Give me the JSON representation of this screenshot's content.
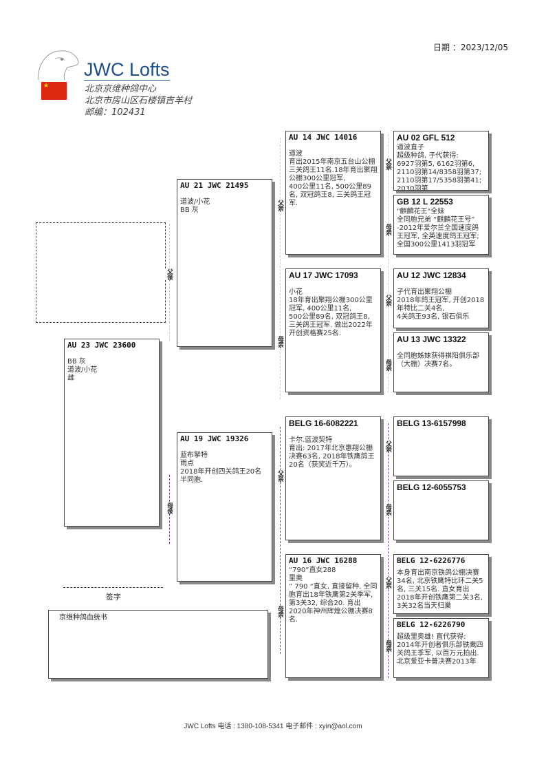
{
  "header": {
    "date_label": "日期 ：",
    "date": "2023/12/05",
    "brand": "JWC Lofts",
    "line1": "北京京维种鸽中心",
    "line2": "北京市房山区石楼镇吉羊村",
    "line3": "邮编：102431"
  },
  "labels": {
    "sire": "父亲",
    "dam": "母亲",
    "signature": "签字"
  },
  "subject": {
    "id": "AU 23 JWC 23600",
    "body": "BB 灰\n道波/小花\n雌"
  },
  "sire": {
    "id": "AU 21 JWC 21495",
    "body": "道波/小花\nBB 灰"
  },
  "dam": {
    "id": "AU 19 JWC 19326",
    "body": "蓝布拏特\n 雨点\n2018年开创四关鸽王20名\n半同胞."
  },
  "ss": {
    "id": "AU 14 JWC 14016",
    "body": "道波\n育出2015年南京五台山公棚三关鸽王11名.18年育出聚翔公棚300公里冠军,\n400公里11名, 500公里89名, 双冠鸽王8, 三关鸽王冠军."
  },
  "sd": {
    "id": "AU 17 JWC 17093",
    "body": "小花\n18年育出聚翔公棚300公里冠军, 400公里11名,\n500公里89名, 双冠鸽王8, 三关鸽王冠军. 做出2022年开创资格赛25名."
  },
  "ds": {
    "id": "BELG 16-6082221",
    "body": "卡尔.蓝波契特\n育出: 2017年北京惠翔公棚决赛63名, 2018年铁鹰鸽王20名（获奖近千万）。"
  },
  "dd": {
    "id": "AU 16 JWC 16288",
    "body": "“790”直女288\n里奥\n” 790 “直女, 直接留种, 全同胞育出18年铁鹰第2关季军, 第3关32, 综合20. 育出2020年神州辉煌公棚决赛8名."
  },
  "sss": {
    "id": "AU 02 GFL 512",
    "body": "道波直子\n超级种鸽, 子代获得:\n6927羽第5, 6162羽第6, 2110羽第14/8358羽第37; 2110羽第17/5358羽第41; 2030羽第"
  },
  "ssd": {
    "id": "GB 12 L 22553",
    "body": "\"麒麟花王\"全妹\n全同胞兄弟 “麒麟花王号” -2012年爱尔兰全国速度鸽王冠军, 全英速度鸽王冠军;\n全国300公里1413羽冠军"
  },
  "sds": {
    "id": "AU 12 JWC 12834",
    "body": "子代育出聚翔公棚\n2018年鸽王冠军, 开创2018年特比二关4名,\n4关鸽王93名, 银石俱乐"
  },
  "sdd": {
    "id": "AU 13 JWC 13322",
    "body": "全同胞姊妹获得祺阳俱乐部（大棚）决赛7名。"
  },
  "dss": {
    "id": "BELG 13-6157998",
    "body": ""
  },
  "dsd": {
    "id": "BELG 12-6055753",
    "body": ""
  },
  "dds": {
    "id": "BELG 12-6226776",
    "body": "本身育出南京铁鸽公棚决赛34名, 北京铁鹰特比环二关5名, 三关15名. 直女育出2018年开创铁鹰第二关3名, 3关32名当天归巢"
  },
  "ddd": {
    "id": "BELG 12-6226790",
    "body": "超级里奥雄! 直代获得:\n2014年开创者俱乐部铁鹰四关鸽王季军, 以百万元拍出.\n北京爱亚卡普决赛2013年"
  },
  "notes": {
    "title": "京维种鸽血统书"
  },
  "footer": {
    "text": "JWC Lofts 电话 : 1380-108-5341  电子邮件 : xyin@aol.com"
  }
}
